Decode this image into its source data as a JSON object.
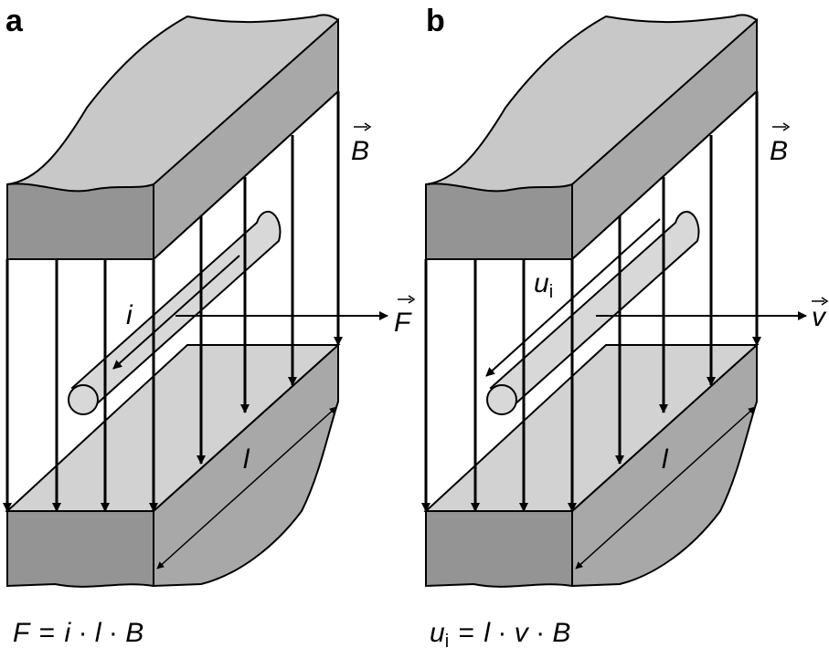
{
  "panel_a": {
    "letter": "a",
    "field_label": "B",
    "current_label": "i",
    "force_label": "F",
    "length_label": "l",
    "formula": {
      "lhs": "F",
      "eq": "=",
      "t1": "i",
      "dot1": "·",
      "t2": "l",
      "dot2": "·",
      "t3": "B"
    }
  },
  "panel_b": {
    "letter": "b",
    "field_label": "B",
    "voltage_label": "u",
    "voltage_sub": "i",
    "velocity_label": "v",
    "length_label": "l",
    "formula": {
      "lhs": "u",
      "lhs_sub": "i",
      "eq": "=",
      "t1": "l",
      "dot1": "·",
      "t2": "v",
      "dot2": "·",
      "t3": "B"
    }
  },
  "colors": {
    "pole_top": "#c8c8c8",
    "pole_side": "#a8a8a8",
    "pole_front": "#949494",
    "plane": "#d2d2d2",
    "conductor": "#d8d8d8",
    "stroke": "#000000"
  }
}
